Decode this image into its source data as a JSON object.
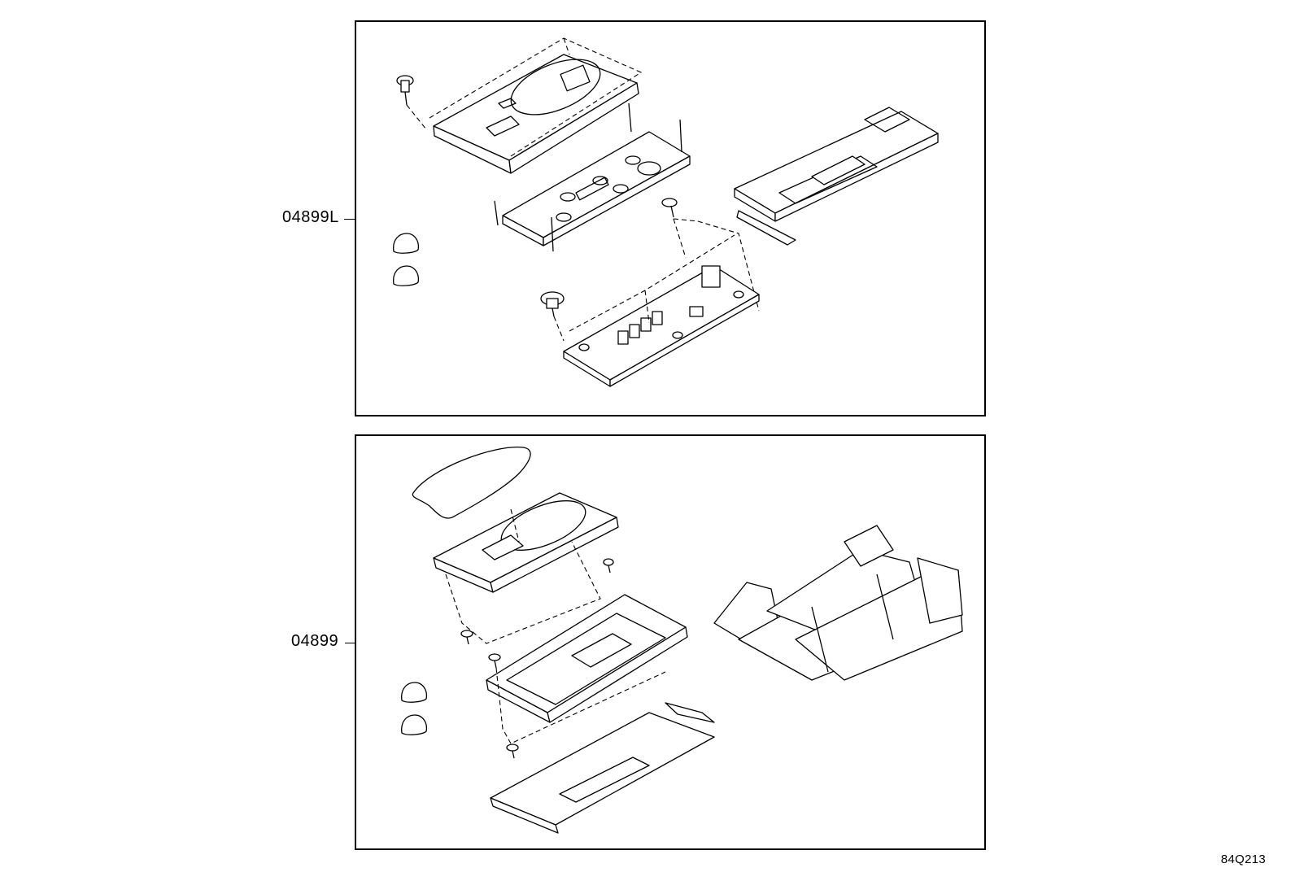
{
  "panels": [
    {
      "part_number": "04899L"
    },
    {
      "part_number": "04899"
    }
  ],
  "diagram_code": "84Q213"
}
